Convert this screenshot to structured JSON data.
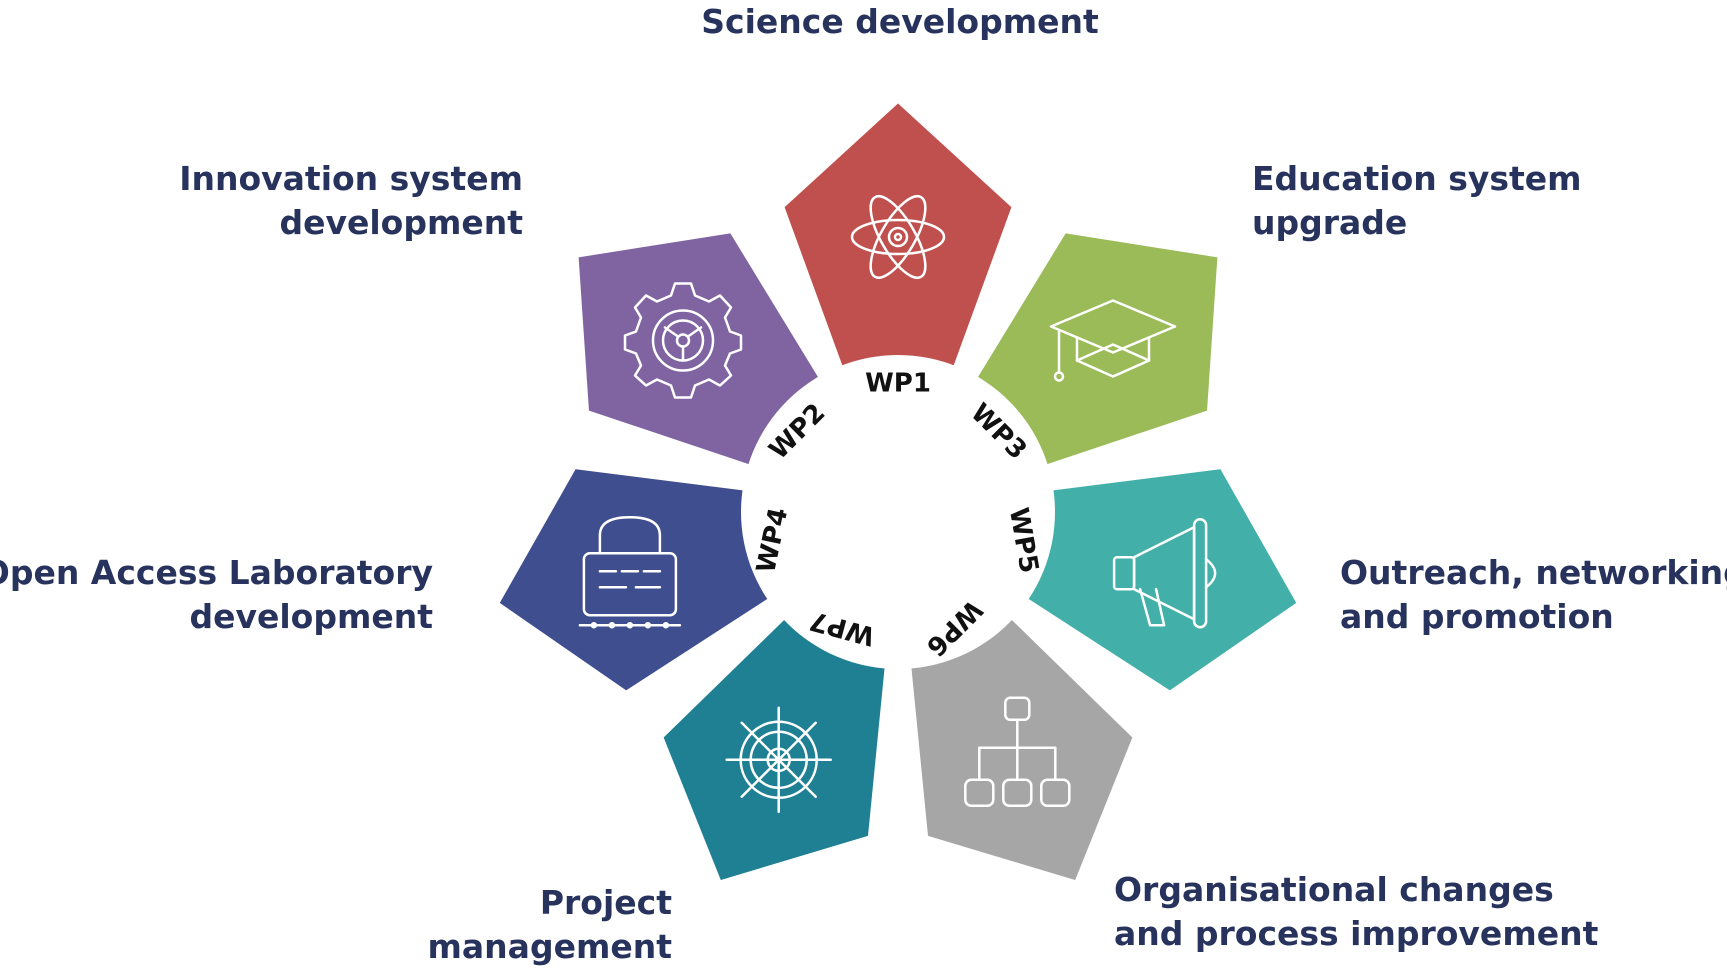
{
  "colors": {
    "label_text": "#27335c",
    "center_fill": "#ffffff",
    "wp_text": "#111111"
  },
  "segments": [
    {
      "id": "wp1",
      "wp": "WP1",
      "lines": [
        "Science development"
      ],
      "color": "#c0504d",
      "icon": "atom-icon"
    },
    {
      "id": "wp3",
      "wp": "WP3",
      "lines": [
        "Education system",
        "upgrade"
      ],
      "color": "#9bbb59",
      "icon": "graduation-cap-icon"
    },
    {
      "id": "wp5",
      "wp": "WP5",
      "lines": [
        "Outreach, networking",
        "and promotion"
      ],
      "color": "#42b0a9",
      "icon": "megaphone-icon"
    },
    {
      "id": "wp6",
      "wp": "WP6",
      "lines": [
        "Organisational changes",
        "and process improvement"
      ],
      "color": "#a6a6a6",
      "icon": "org-chart-icon"
    },
    {
      "id": "wp7",
      "wp": "WP7",
      "lines": [
        "Project",
        "management"
      ],
      "color": "#1f8093",
      "icon": "ship-wheel-icon"
    },
    {
      "id": "wp4",
      "wp": "WP4",
      "lines": [
        "Open Access Laboratory",
        "development"
      ],
      "color": "#3f4e8f",
      "icon": "lock-card-icon"
    },
    {
      "id": "wp2",
      "wp": "WP2",
      "lines": [
        "Innovation system",
        "development"
      ],
      "color": "#8064a2",
      "icon": "gear-icon"
    }
  ]
}
